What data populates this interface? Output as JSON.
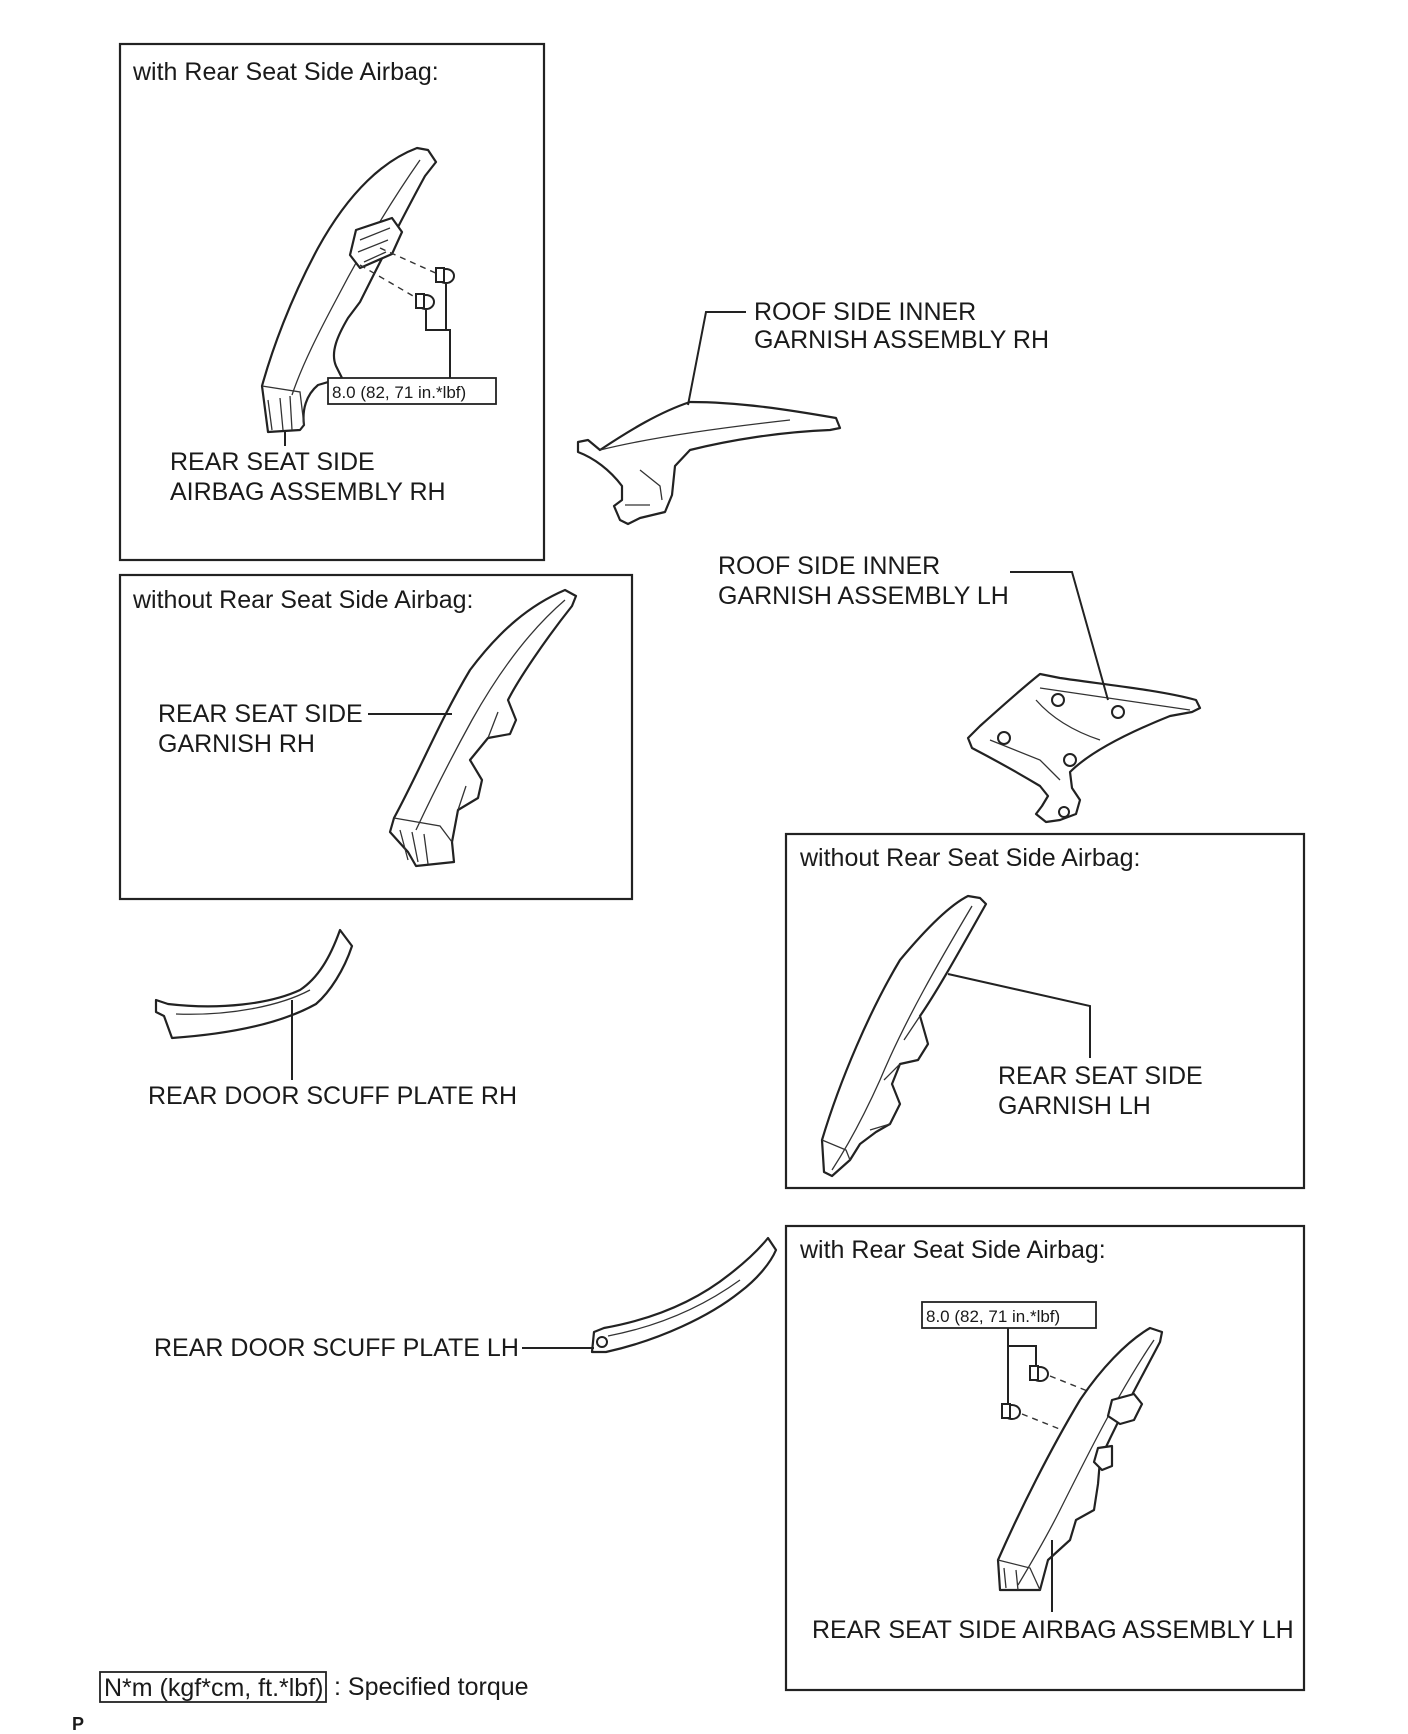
{
  "boxes": {
    "rh_with_airbag": {
      "title": "with Rear Seat Side Airbag:"
    },
    "rh_without_airbag": {
      "title": "without Rear Seat Side Airbag:"
    },
    "lh_without_airbag": {
      "title": "without Rear Seat Side Airbag:"
    },
    "lh_with_airbag": {
      "title": "with Rear Seat Side Airbag:"
    }
  },
  "labels": {
    "roof_rh": {
      "line1": "ROOF SIDE INNER",
      "line2": "GARNISH ASSEMBLY RH"
    },
    "roof_lh": {
      "line1": "ROOF SIDE INNER",
      "line2": "GARNISH ASSEMBLY LH"
    },
    "airbag_rh": {
      "line1": "REAR SEAT SIDE",
      "line2": "AIRBAG ASSEMBLY RH"
    },
    "garnish_rh": {
      "line1": "REAR SEAT SIDE",
      "line2": "GARNISH RH"
    },
    "garnish_lh": {
      "line1": "REAR SEAT SIDE",
      "line2": "GARNISH LH"
    },
    "scuff_rh": "REAR DOOR SCUFF PLATE RH",
    "scuff_lh": "REAR DOOR SCUFF PLATE LH",
    "airbag_lh": "REAR SEAT SIDE AIRBAG ASSEMBLY LH"
  },
  "torque": {
    "rh": "8.0 (82, 71 in.*lbf)",
    "lh": "8.0 (82, 71 in.*lbf)"
  },
  "legend": {
    "unit": "N*m (kgf*cm, ft.*lbf)",
    "text": ": Specified torque"
  },
  "corner_mark": "P"
}
